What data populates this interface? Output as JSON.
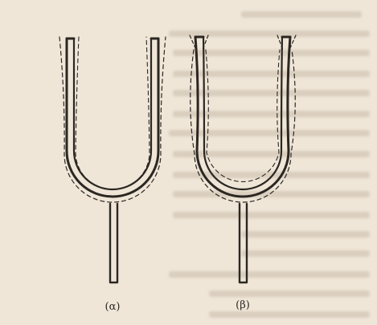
{
  "figure": {
    "panels": [
      {
        "id": "a",
        "label": "(α)"
      },
      {
        "id": "b",
        "label": "(β)"
      }
    ]
  },
  "colors": {
    "paper": "#efe6d8",
    "ink": "#2b2722",
    "bleed_text": "#d9cec0"
  }
}
